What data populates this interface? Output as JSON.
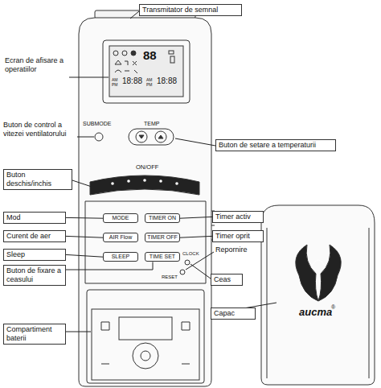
{
  "diagram": {
    "nodes": [
      {
        "text": [
          "Transmitator de semnal"
        ]
      },
      {
        "text": [
          "Buton de setare a temperaturii"
        ]
      },
      {
        "text": [
          "Buton deschis/inchis"
        ]
      },
      {
        "text": [
          "Mod"
        ]
      },
      {
        "text": [
          "MODE"
        ]
      },
      {
        "text": [
          "TIMER ON"
        ]
      },
      {
        "text": [
          "Timer activ"
        ]
      },
      {
        "text": [
          "Curent de aer"
        ]
      },
      {
        "text": [
          "AIR Flow"
        ]
      },
      {
        "text": [
          "TIMER OFF"
        ]
      },
      {
        "text": [
          "Timer oprit"
        ]
      },
      {
        "text": [
          "Sleep"
        ]
      },
      {
        "text": [
          "SLEEP"
        ]
      },
      {
        "text": [
          "TIME SET"
        ]
      },
      {
        "text": [
          "Buton de fixare a ceasului"
        ]
      },
      {
        "text": [
          "Ceas"
        ]
      },
      {
        "text": [
          "Capac"
        ]
      },
      {
        "text": [
          "Compartiment baterii"
        ]
      }
    ],
    "edges": [
      {
        "from": 3,
        "to": 4,
        "arrow": "none"
      },
      {
        "from": 6,
        "to": 5,
        "arrow": "none"
      },
      {
        "from": 7,
        "to": 8,
        "arrow": "none"
      },
      {
        "from": 10,
        "to": 9,
        "arrow": "none"
      },
      {
        "from": 11,
        "to": 12,
        "arrow": "none"
      },
      {
        "from": 14,
        "to": 13,
        "arrow": "none"
      }
    ],
    "labels": [
      "Ecran de afisare a operatiilor",
      "Buton de control a vitezei ventilatorului",
      "SUBMODE",
      "TEMP",
      "ON/OFF",
      "Repornire",
      "CLOCK",
      "RESET",
      "88",
      "AM",
      "PM",
      "18:88",
      "AM",
      "PM",
      "18:88",
      "aucma",
      "®"
    ]
  }
}
